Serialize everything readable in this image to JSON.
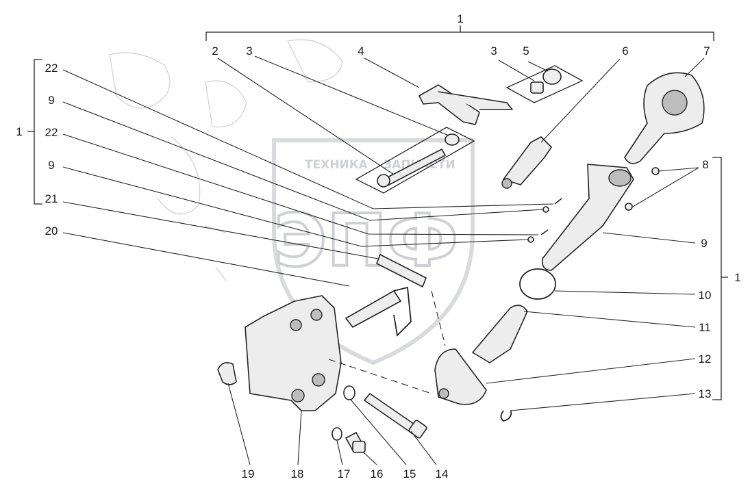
{
  "watermark": {
    "line1": "ТЕХНИКА",
    "line2": "ЗАПЧАСТИ",
    "logo": "ЭПФ"
  },
  "callouts": {
    "top_group": "1",
    "left_group": "1",
    "right_group": "1",
    "p2": "2",
    "p3a": "3",
    "p4": "4",
    "p3b": "3",
    "p5": "5",
    "p6": "6",
    "p7": "7",
    "p8": "8",
    "p9r": "9",
    "p10": "10",
    "p11": "11",
    "p12": "12",
    "p13": "13",
    "p14": "14",
    "p15": "15",
    "p16": "16",
    "p17": "17",
    "p18": "18",
    "p19": "19",
    "p20": "20",
    "p21": "21",
    "p22a": "22",
    "p9a": "9",
    "p22b": "22",
    "p9b": "9"
  }
}
